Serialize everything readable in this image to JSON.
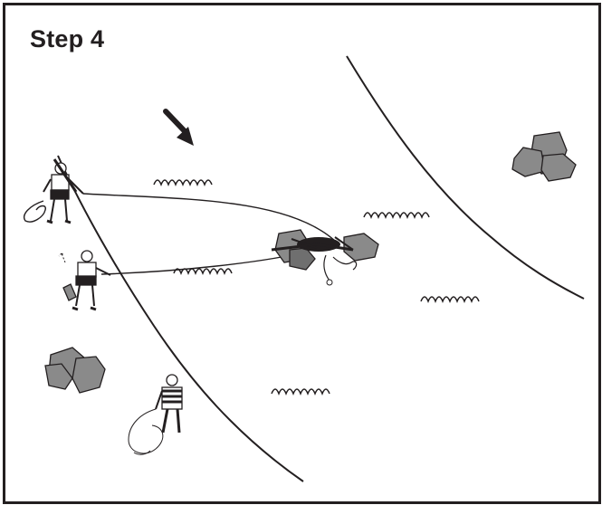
{
  "step": {
    "title": "Step 4"
  },
  "figure": {
    "ink_color": "#231f20",
    "rock_fill": "#8a8a8a",
    "rock_fill_dark": "#6f6f6f",
    "shirt_fill": "#ffffff",
    "pants_fill": "#231f20",
    "elements": [
      "current-arrow-icon",
      "near-river-bank",
      "far-river-bank",
      "water-ripples",
      "rescuer-belaying",
      "rescuer-pulling-rope",
      "rescuer-spotter-downstream",
      "pinned-victim",
      "rock-cluster-upper-right",
      "rock-cluster-lower-left"
    ]
  }
}
